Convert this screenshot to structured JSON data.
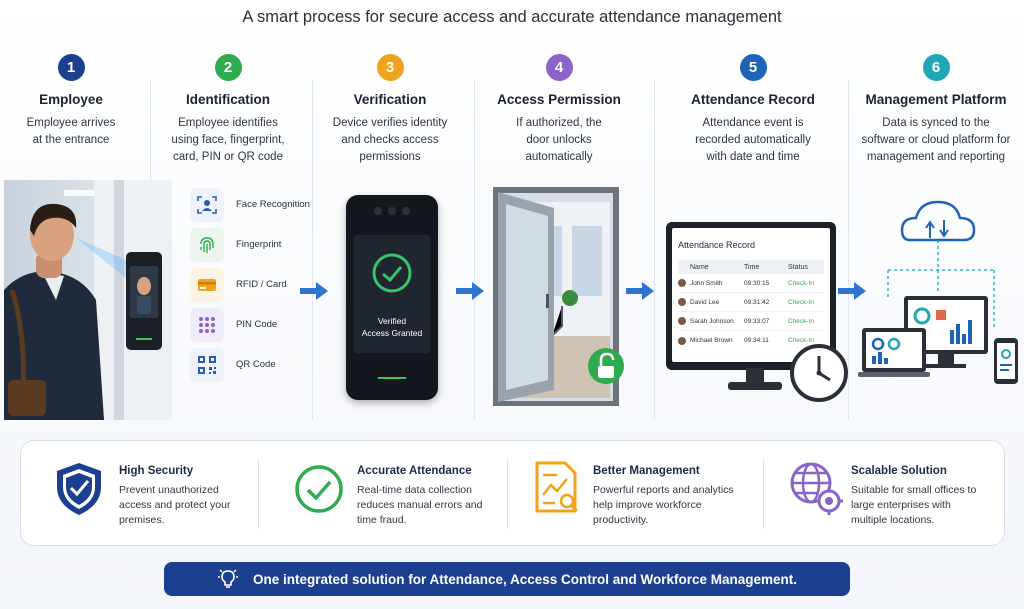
{
  "title": "A smart process for secure access and accurate attendance management",
  "steps": [
    {
      "num": "1",
      "title": "Employee",
      "desc": "Employee arrives at the entrance",
      "color": "#1d3f8f"
    },
    {
      "num": "2",
      "title": "Identification",
      "desc": "Employee identifies using face, fingerprint, card, PIN or QR code",
      "color": "#2eaa4f"
    },
    {
      "num": "3",
      "title": "Verification",
      "desc": "Device verifies identity and checks access permissions",
      "color": "#f0a41e"
    },
    {
      "num": "4",
      "title": "Access Permission",
      "desc": "If authorized, the door unlocks automatically",
      "color": "#8b63c9"
    },
    {
      "num": "5",
      "title": "Attendance Record",
      "desc": "Attendance event is recorded automatically with date and time",
      "color": "#1e63b8"
    },
    {
      "num": "6",
      "title": "Management Platform",
      "desc": "Data is synced to the software or cloud platform for management and reporting",
      "color": "#1fa7b5"
    }
  ],
  "identification_methods": [
    {
      "label": "Face Recognition",
      "icon": "face-scan-icon"
    },
    {
      "label": "Fingerprint",
      "icon": "fingerprint-icon"
    },
    {
      "label": "RFID / Card",
      "icon": "card-icon"
    },
    {
      "label": "PIN Code",
      "icon": "keypad-icon"
    },
    {
      "label": "QR Code",
      "icon": "qr-code-icon"
    }
  ],
  "verification_screen": {
    "line1": "Verified",
    "line2": "Access Granted"
  },
  "attendance_record": {
    "title": "Attendance Record",
    "columns": [
      "Name",
      "Time",
      "Status"
    ],
    "rows": [
      {
        "name": "John Smith",
        "time": "09:30:15",
        "status": "Check-In"
      },
      {
        "name": "David Lee",
        "time": "09:31:42",
        "status": "Check-In"
      },
      {
        "name": "Sarah Johnson",
        "time": "09:33:07",
        "status": "Check-In"
      },
      {
        "name": "Michael Brown",
        "time": "09:34:11",
        "status": "Check-In"
      }
    ]
  },
  "features": [
    {
      "title": "High Security",
      "desc": "Prevent unauthorized access and protect your premises.",
      "icon": "shield-check-icon"
    },
    {
      "title": "Accurate Attendance",
      "desc": "Real-time data collection reduces manual errors and time fraud.",
      "icon": "check-circle-icon"
    },
    {
      "title": "Better Management",
      "desc": "Powerful reports and analytics help improve workforce productivity.",
      "icon": "report-chart-icon"
    },
    {
      "title": "Scalable Solution",
      "desc": "Suitable for small offices to large enterprises with multiple locations.",
      "icon": "globe-gear-icon"
    }
  ],
  "banner": "One integrated solution for Attendance, Access Control and Workforce Management.",
  "colors": {
    "navy": "#1d3f8f",
    "green": "#2eaa4f",
    "arrow": "#2f74d0"
  }
}
